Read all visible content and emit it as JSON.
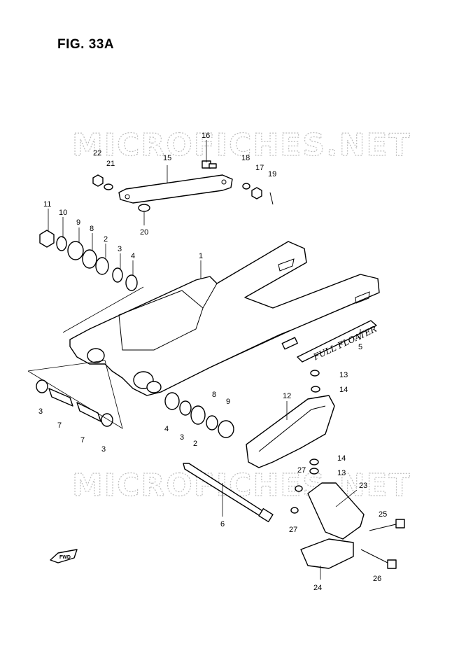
{
  "figure": {
    "title": "FIG. 33A"
  },
  "watermarks": [
    "MICROFICHES.NET",
    "MICROFICHES.NET"
  ],
  "decal_text": "FULL FLOATER",
  "fwd_text": "FWD",
  "callouts": [
    "1",
    "2",
    "3",
    "4",
    "5",
    "6",
    "7",
    "8",
    "9",
    "10",
    "11",
    "12",
    "13",
    "14",
    "15",
    "16",
    "17",
    "18",
    "19",
    "20",
    "21",
    "22",
    "23",
    "24",
    "25",
    "26",
    "27"
  ]
}
